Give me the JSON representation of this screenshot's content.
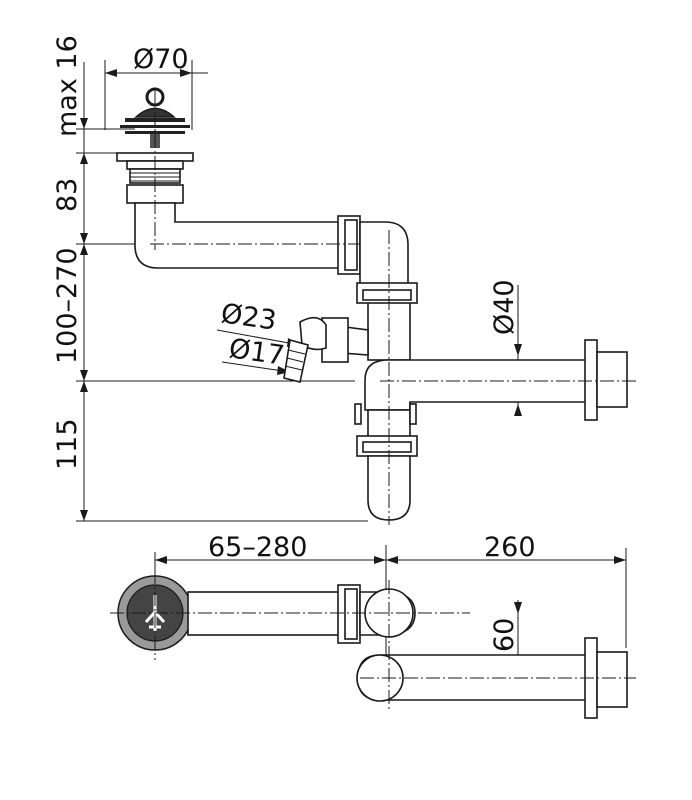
{
  "dimensions": {
    "plug_diameter": "Ø70",
    "max_height": "max 16",
    "upper_height": "83",
    "mid_height_range": "100–270",
    "lower_height": "115",
    "hose_outer_diameter": "Ø23",
    "hose_inner_diameter": "Ø17",
    "outlet_diameter": "Ø40",
    "horizontal_reach_range": "65–280",
    "outlet_length": "260",
    "offset": "60"
  },
  "colors": {
    "line": "#1a1a1a",
    "plug_rim": "#9a9a9a",
    "plug_body": "#444444"
  }
}
